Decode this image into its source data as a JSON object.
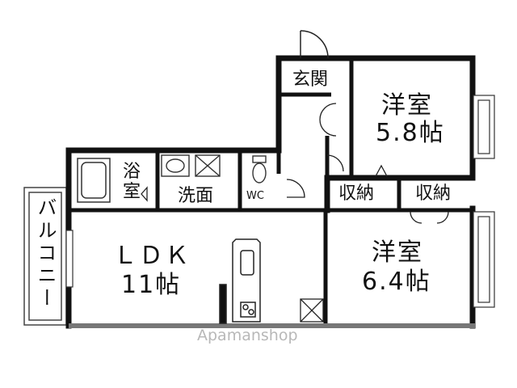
{
  "watermark": "Apamanshop",
  "rooms": {
    "entrance": "玄関",
    "western_a_name": "洋室",
    "western_a_size": "5.8帖",
    "western_b_name": "洋室",
    "western_b_size": "6.4帖",
    "bath": "浴室",
    "washroom": "洗面",
    "toilet": "WC",
    "storage_1": "収納",
    "storage_2": "収納",
    "ldk_name": "ＬＤＫ",
    "ldk_size": "11帖",
    "balcony": "バルコニー"
  }
}
